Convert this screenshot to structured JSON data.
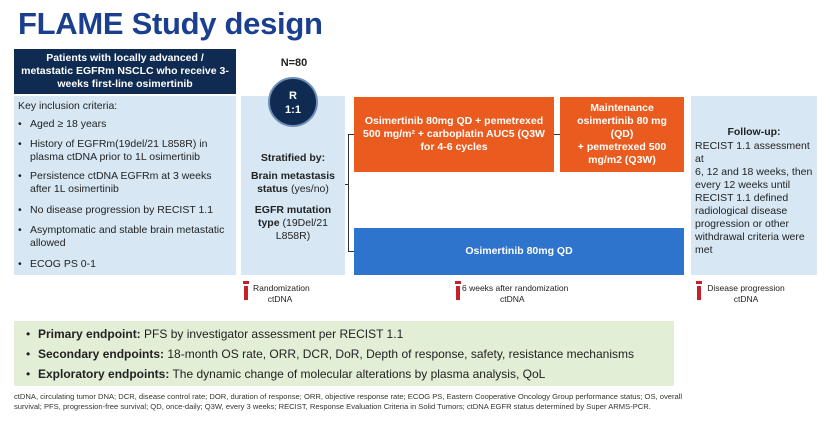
{
  "title": "FLAME Study design",
  "patients": {
    "lines": [
      "Patients with locally advanced /",
      "metastatic EGFRm NSCLC who receive 3-",
      "weeks first-line osimertinib"
    ]
  },
  "inclusion": {
    "heading": "Key inclusion criteria:",
    "items": [
      {
        "lines": [
          "Aged ≥ 18 years"
        ]
      },
      {
        "lines": [
          "History of EGFRm(19del/21 L858R) in",
          "plasma ctDNA prior to 1L osimertinib"
        ]
      },
      {
        "lines": [
          "Persistence ctDNA EGFRm at 3 weeks",
          "after 1L osimertinib"
        ]
      },
      {
        "lines": [
          "No disease progression by RECIST 1.1"
        ]
      },
      {
        "lines": [
          "Asymptomatic and stable brain metastatic",
          "allowed"
        ]
      },
      {
        "lines": [
          "ECOG PS 0-1"
        ]
      }
    ]
  },
  "randomization": {
    "n_label": "N=80",
    "r_label": "R",
    "ratio": "1:1"
  },
  "stratification": {
    "heading": "Stratified by:",
    "brain_bold": [
      "Brain metastasis",
      "status"
    ],
    "brain_rest": " (yes/no)",
    "egfr_bold": [
      "EGFR mutation",
      "type"
    ],
    "egfr_rest": [
      " (19Del/21",
      "L858R)"
    ]
  },
  "arms": {
    "combo_lines": [
      "Osimertinib 80mg QD + pemetrexed",
      "500 mg/m² + carboplatin AUC5 (Q3W",
      "for 4-6 cycles"
    ],
    "maintenance_lines": [
      "Maintenance",
      "osimertinib 80 mg",
      "(QD)",
      "+ pemetrexed 500",
      "mg/m2 (Q3W)"
    ],
    "mono": "Osimertinib 80mg QD"
  },
  "followup": {
    "heading": "Follow-up:",
    "lines": [
      "RECIST 1.1 assessment at",
      "6, 12 and 18 weeks, then",
      "every 12 weeks until",
      "RECIST 1.1 defined",
      "radiological disease",
      "progression or other",
      "withdrawal criteria were met"
    ]
  },
  "markers": [
    {
      "top": "Randomization",
      "bottom": "ctDNA"
    },
    {
      "top": "6 weeks after randomization",
      "bottom": "ctDNA"
    },
    {
      "top": "Disease progression",
      "bottom": "ctDNA"
    }
  ],
  "marker_color": "#c8202b",
  "colors": {
    "title": "#1b3f8f",
    "header_navy": "#0f2b52",
    "light_blue": "#d7e8f4",
    "orange": "#ea5b1f",
    "blue": "#2f74cc",
    "green": "#e2efd6"
  },
  "endpoints": [
    {
      "label": "Primary endpoint:",
      "text": " PFS by investigator assessment per RECIST 1.1"
    },
    {
      "label": "Secondary endpoints:",
      "text": " 18-month OS rate, ORR, DCR, DoR, Depth of response, safety, resistance mechanisms"
    },
    {
      "label": "Exploratory endpoints:",
      "text": " The dynamic change of molecular alterations by plasma analysis, QoL"
    }
  ],
  "footnote": {
    "lines": [
      "ctDNA, circulating tumor DNA; DCR, disease control rate; DOR, duration of response; ORR, objective response rate; ECOG PS, Eastern Cooperative Oncology Group performance status; OS, overall",
      "survival; PFS, progression-free survival; QD, once-daily; Q3W, every 3 weeks; RECIST, Response Evaluation Criteria in Solid Tumors; ctDNA EGFR status determined by Super ARMS-PCR."
    ]
  }
}
